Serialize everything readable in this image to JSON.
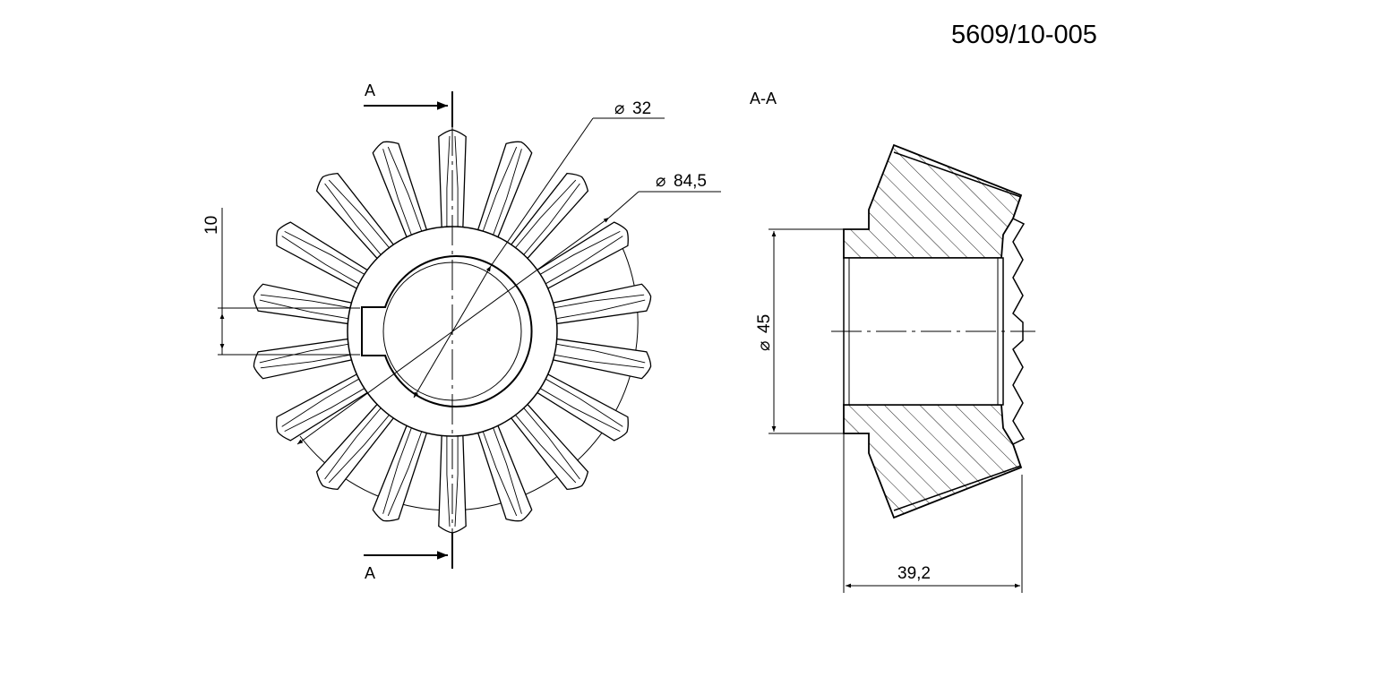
{
  "drawing": {
    "part_number": "5609/10-005",
    "section_label": "A-A",
    "cut_label_top": "A",
    "cut_label_bottom": "A",
    "dimensions": {
      "bore_diameter": "32",
      "outer_diameter": "84,5",
      "keyway_width": "10",
      "hub_diameter": "45",
      "overall_length": "39,2"
    },
    "diameter_symbol": "⌀",
    "tooth_count": 18,
    "colors": {
      "line": "#000000",
      "background": "#ffffff"
    }
  }
}
